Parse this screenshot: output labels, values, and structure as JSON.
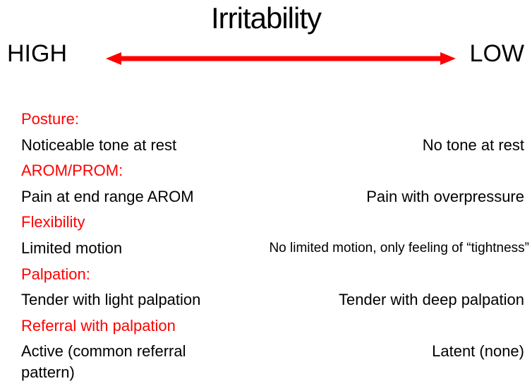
{
  "title": "Irritability",
  "scale": {
    "high_label": "HIGH",
    "low_label": "LOW"
  },
  "colors": {
    "accent_red": "#ff0000",
    "text_black": "#000000",
    "background": "#ffffff"
  },
  "rows": [
    {
      "left": "Posture:",
      "left_type": "category",
      "right": ""
    },
    {
      "left": "Noticeable tone at rest",
      "left_type": "criterion",
      "right": "No tone at rest"
    },
    {
      "left": "AROM/PROM:",
      "left_type": "category",
      "right": ""
    },
    {
      "left": "Pain at end range AROM",
      "left_type": "criterion",
      "right": "Pain with overpressure"
    },
    {
      "left": "Flexibility",
      "left_type": "category",
      "right": ""
    },
    {
      "left": "Limited motion",
      "left_type": "criterion",
      "right": "No limited motion, only feeling of “tightness”"
    },
    {
      "left": "Palpation:",
      "left_type": "category",
      "right": ""
    },
    {
      "left": "Tender with light palpation",
      "left_type": "criterion",
      "right": "Tender with deep palpation"
    },
    {
      "left": "Referral with palpation",
      "left_type": "category",
      "right": ""
    },
    {
      "left": "Active (common referral pattern)",
      "left_type": "criterion",
      "right": "Latent (none)"
    }
  ]
}
